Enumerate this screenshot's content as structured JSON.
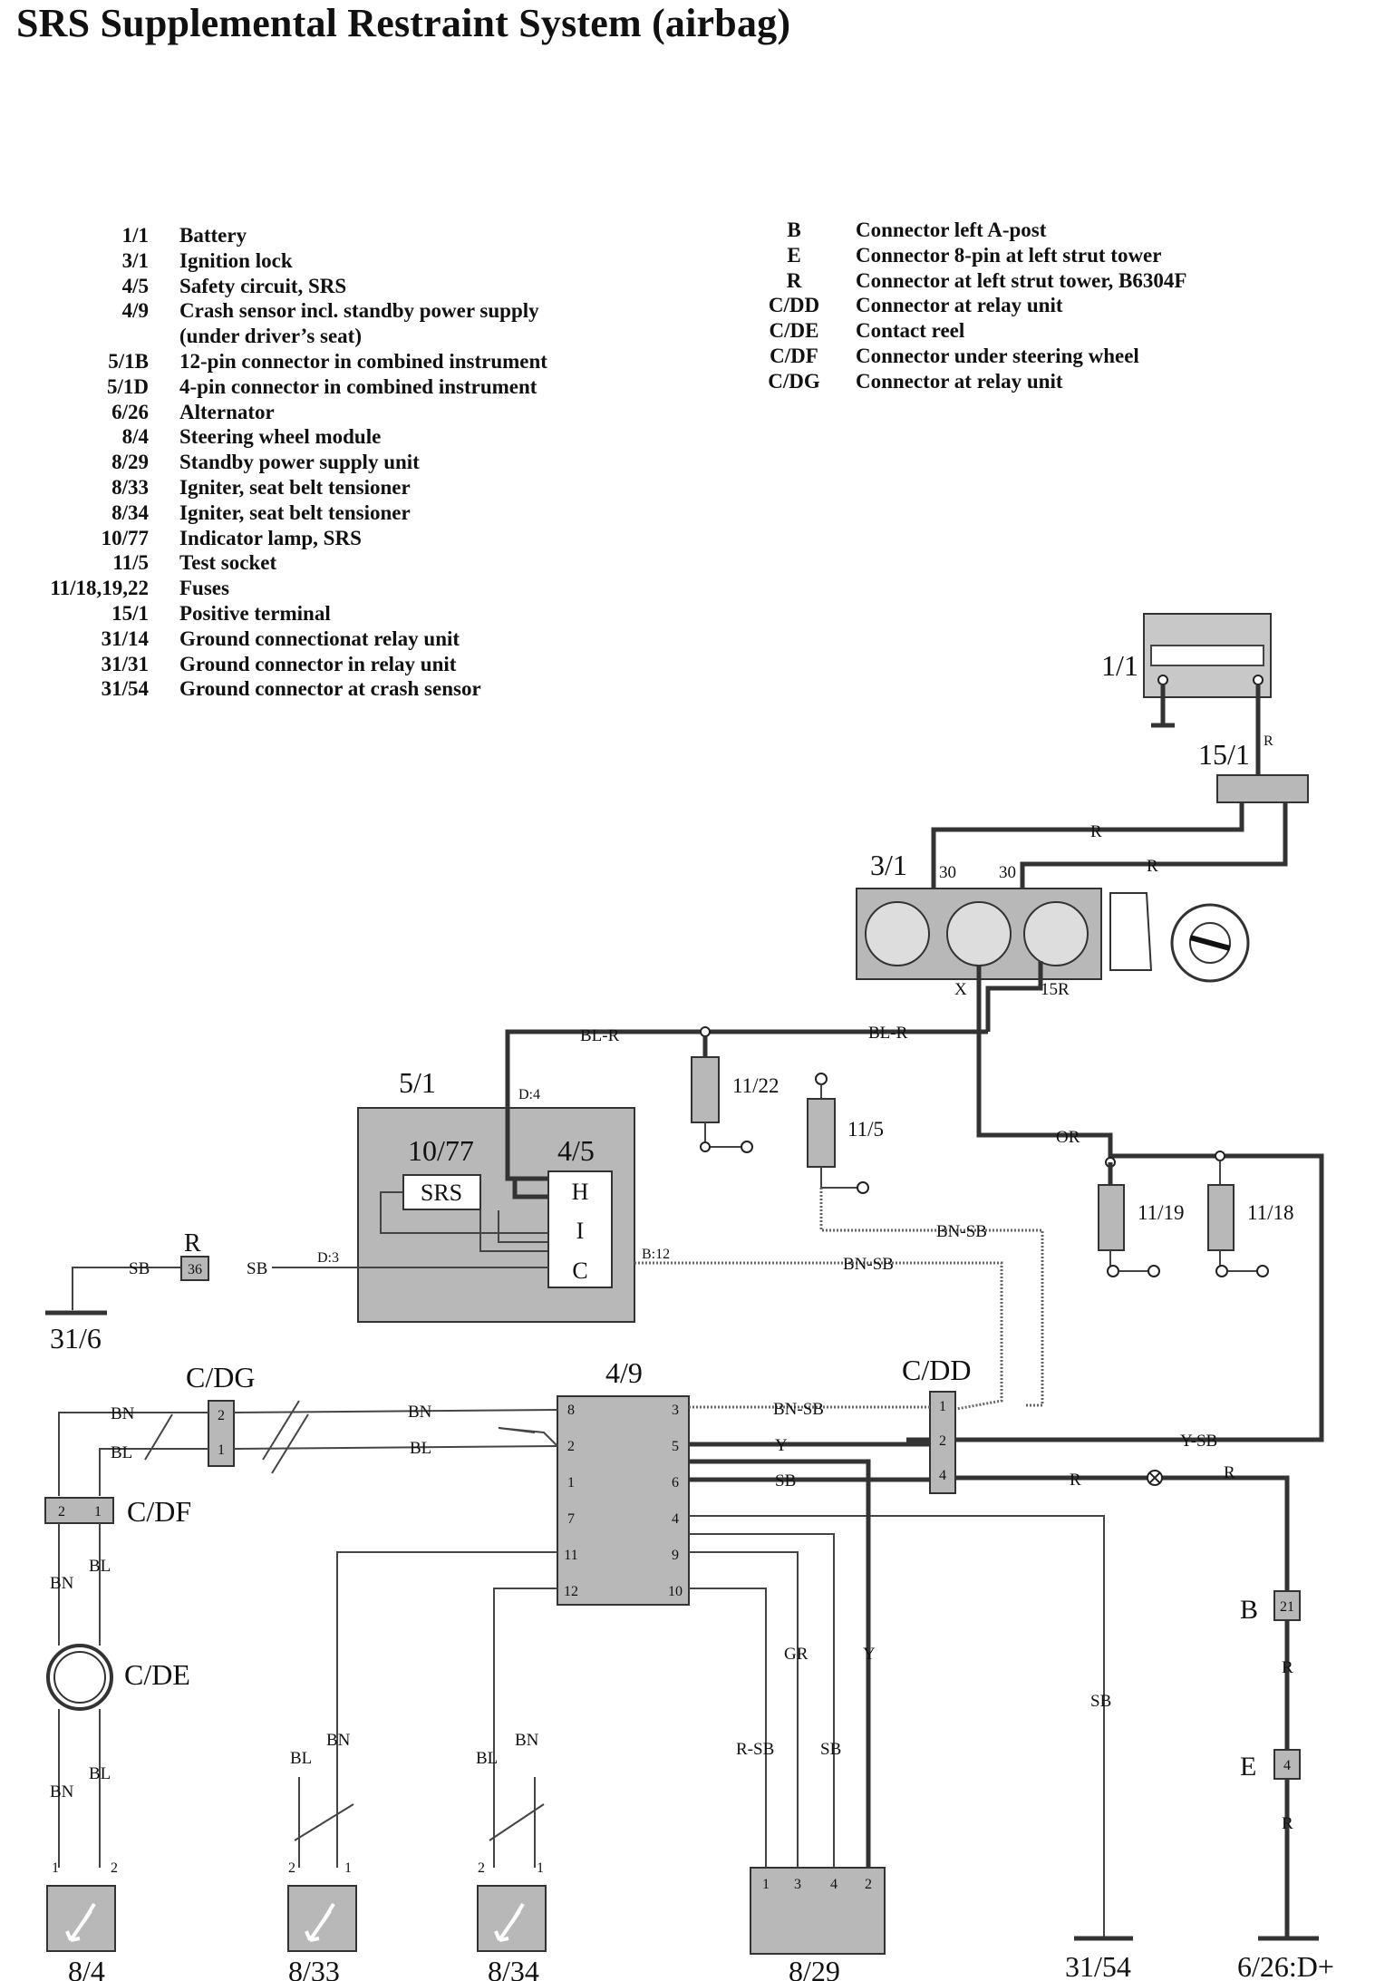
{
  "title": "SRS Supplemental Restraint System (airbag)",
  "legend_left": [
    {
      "code": "1/1",
      "desc": "Battery"
    },
    {
      "code": "3/1",
      "desc": "Ignition lock"
    },
    {
      "code": "4/5",
      "desc": "Safety circuit, SRS"
    },
    {
      "code": "4/9",
      "desc": "Crash sensor incl. standby power supply"
    },
    {
      "code": "",
      "desc": "(under driver’s seat)"
    },
    {
      "code": "5/1B",
      "desc": "12-pin connector in combined instrument"
    },
    {
      "code": "5/1D",
      "desc": "4-pin connector in combined instrument"
    },
    {
      "code": "6/26",
      "desc": "Alternator"
    },
    {
      "code": "8/4",
      "desc": "Steering wheel module"
    },
    {
      "code": "8/29",
      "desc": "Standby power supply unit"
    },
    {
      "code": "8/33",
      "desc": "Igniter, seat belt tensioner"
    },
    {
      "code": "8/34",
      "desc": "Igniter, seat belt tensioner"
    },
    {
      "code": "10/77",
      "desc": "Indicator lamp, SRS"
    },
    {
      "code": "11/5",
      "desc": "Test socket"
    },
    {
      "code": "11/18,19,22",
      "desc": "Fuses"
    },
    {
      "code": "15/1",
      "desc": "Positive terminal"
    },
    {
      "code": "31/14",
      "desc": "Ground connectionat relay unit"
    },
    {
      "code": "31/31",
      "desc": "Ground connector in relay unit"
    },
    {
      "code": "31/54",
      "desc": "Ground connector at crash sensor"
    }
  ],
  "legend_right": [
    {
      "code": "B",
      "desc": "Connector left A-post"
    },
    {
      "code": "E",
      "desc": "Connector 8-pin at left strut tower"
    },
    {
      "code": "R",
      "desc": "Connector at left strut tower, B6304F"
    },
    {
      "code": "C/DD",
      "desc": "Connector at relay unit"
    },
    {
      "code": "C/DE",
      "desc": "Contact reel"
    },
    {
      "code": "C/DF",
      "desc": "Connector under steering wheel"
    },
    {
      "code": "C/DG",
      "desc": "Connector at relay unit"
    }
  ],
  "components": {
    "battery": "1/1",
    "positive_terminal": "15/1",
    "ignition_lock": "3/1",
    "combined_instrument": "5/1",
    "indicator_lamp": "10/77",
    "safety_circuit": "4/5",
    "srs_label": "SRS",
    "hic_h": "H",
    "hic_i": "I",
    "hic_c": "C",
    "fuse_11_22": "11/22",
    "test_socket": "11/5",
    "fuse_11_19": "11/19",
    "fuse_11_18": "11/18",
    "connector_r": "R",
    "connector_r_pin": "36",
    "ground_31_6": "31/6",
    "crash_sensor": "4/9",
    "c_dd": "C/DD",
    "c_dg": "C/DG",
    "c_df": "C/DF",
    "c_de": "C/DE",
    "connector_b": "B",
    "connector_b_pin": "21",
    "connector_e": "E",
    "connector_e_pin": "4",
    "module_8_4": "8/4",
    "module_8_33": "8/33",
    "module_8_34": "8/34",
    "module_8_29": "8/29",
    "ground_31_54": "31/54",
    "alternator_6_26": "6/26:D+"
  },
  "wire_labels": {
    "r": "R",
    "bl_r": "BL-R",
    "or": "OR",
    "bn_sb": "BN-SB",
    "sb": "SB",
    "bn": "BN",
    "bl": "BL",
    "y": "Y",
    "y_sb": "Y-SB",
    "gr": "GR",
    "r_sb": "R-SB",
    "d4": "D:4",
    "d3": "D:3",
    "b12": "B:12",
    "t30a": "30",
    "t30b": "30",
    "tx": "X",
    "t15r": "15R"
  },
  "pins": {
    "crash_left": [
      "8",
      "2",
      "1",
      "7",
      "11",
      "12"
    ],
    "crash_right": [
      "3",
      "5",
      "6",
      "4",
      "9",
      "10"
    ],
    "c_dd": [
      "1",
      "2",
      "4"
    ],
    "c_dg": [
      "2",
      "1"
    ],
    "c_df": [
      "2",
      "1"
    ],
    "pair": [
      "1",
      "2"
    ],
    "unit_8_29": [
      "1",
      "3",
      "4",
      "2"
    ]
  },
  "colors": {
    "wire": "#333333",
    "component_fill": "#b8b8b8",
    "background": "#ffffff"
  }
}
